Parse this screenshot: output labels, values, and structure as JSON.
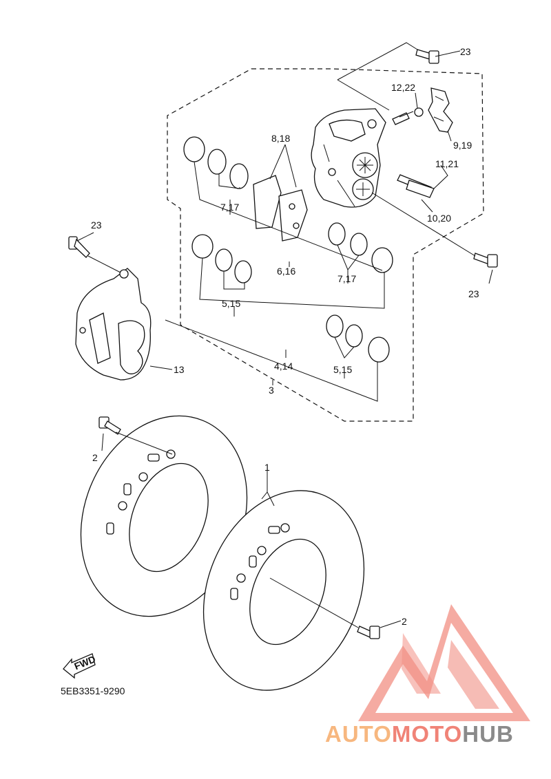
{
  "diagram": {
    "catalog_code": "5EB3351-9290",
    "fwd_label": "FWD",
    "labels": {
      "l23a": "23",
      "l12_22": "12,22",
      "l8_18": "8,18",
      "l9_19": "9,19",
      "l11_21": "11,21",
      "l7_17a": "7,17",
      "l10_20": "10,20",
      "l23b": "23",
      "l6_16": "6,16",
      "l7_17b": "7,17",
      "l23c": "23",
      "l5_15a": "5,15",
      "l13": "13",
      "l4_14": "4,14",
      "l5_15b": "5,15",
      "l3": "3",
      "l2a": "2",
      "l1": "1",
      "l2b": "2"
    }
  },
  "watermark": {
    "part1": "AUTO",
    "part2": "MOTO",
    "part3": "HUB",
    "colors": {
      "light": "#f7b77f",
      "salmon": "#f08377",
      "gray": "#8a8a8a"
    }
  }
}
